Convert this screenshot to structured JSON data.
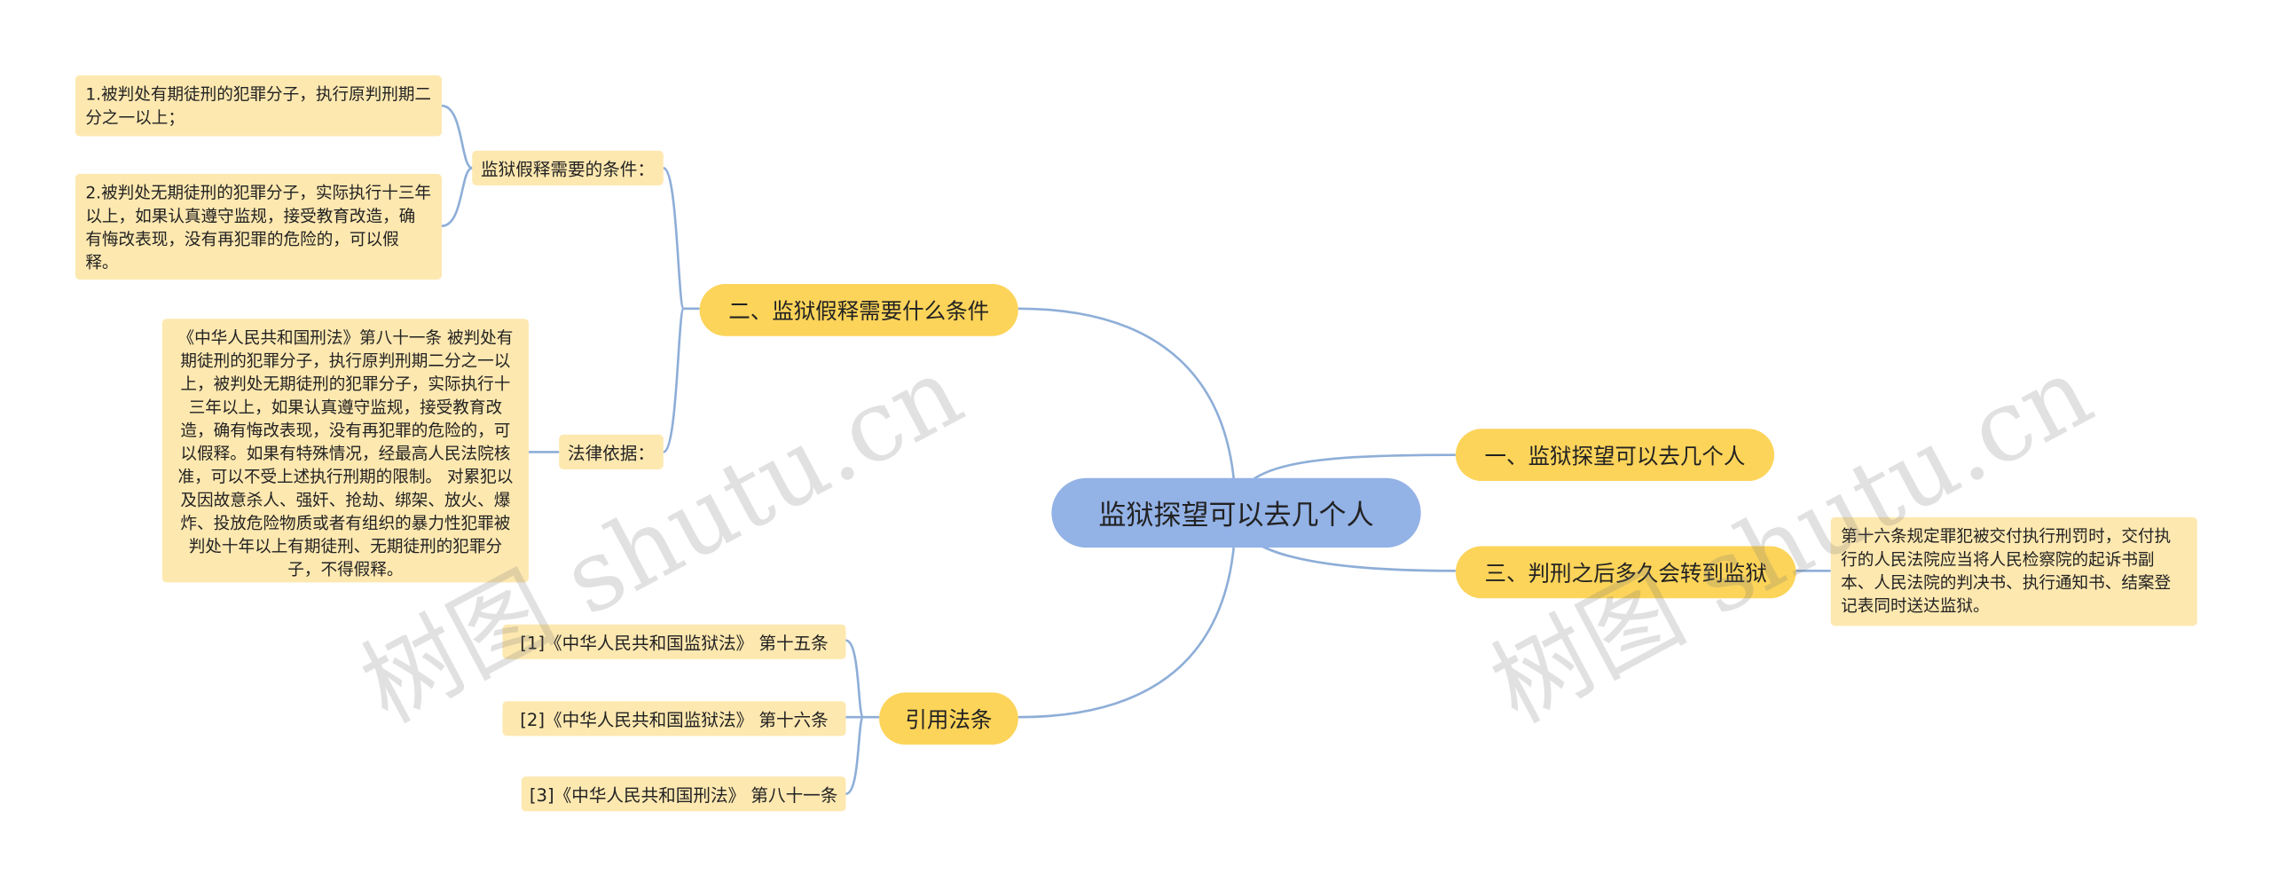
{
  "root": {
    "title": "监狱探望可以去几个人"
  },
  "branches": {
    "b1": {
      "title": "一、监狱探望可以去几个人"
    },
    "b2": {
      "title": "二、监狱假释需要什么条件",
      "conditions": {
        "label": "监狱假释需要的条件：",
        "items": [
          "1.被判处有期徒刑的犯罪分子，执行原判刑期二分之一以上；",
          "2.被判处无期徒刑的犯罪分子，实际执行十三年以上，如果认真遵守监规，接受教育改造，确有悔改表现，没有再犯罪的危险的，可以假释。"
        ]
      },
      "legal_basis": {
        "label": "法律依据：",
        "text": "《中华人民共和国刑法》第八十一条 被判处有期徒刑的犯罪分子，执行原判刑期二分之一以上，被判处无期徒刑的犯罪分子，实际执行十三年以上，如果认真遵守监规，接受教育改造，确有悔改表现，没有再犯罪的危险的，可以假释。如果有特殊情况，经最高人民法院核准，可以不受上述执行刑期的限制。 对累犯以及因故意杀人、强奸、抢劫、绑架、放火、爆炸、投放危险物质或者有组织的暴力性犯罪被判处十年以上有期徒刑、无期徒刑的犯罪分子，不得假释。"
      }
    },
    "b3": {
      "title": "三、判刑之后多久会转到监狱",
      "detail": "第十六条规定罪犯被交付执行刑罚时，交付执行的人民法院应当将人民检察院的起诉书副本、人民法院的判决书、执行通知书、结案登记表同时送达监狱。"
    },
    "b4": {
      "title": "引用法条",
      "citations": [
        "[1]《中华人民共和国监狱法》 第十五条",
        "[2]《中华人民共和国监狱法》 第十六条",
        "[3]《中华人民共和国刑法》 第八十一条"
      ]
    }
  },
  "watermarks": [
    "树图 shutu.cn",
    "树图 shutu.cn"
  ],
  "colors": {
    "root_fill": "#93b2e6",
    "branch_fill": "#fcd45a",
    "leaf_fill": "#fde8b0",
    "line": "#8eaed8"
  }
}
